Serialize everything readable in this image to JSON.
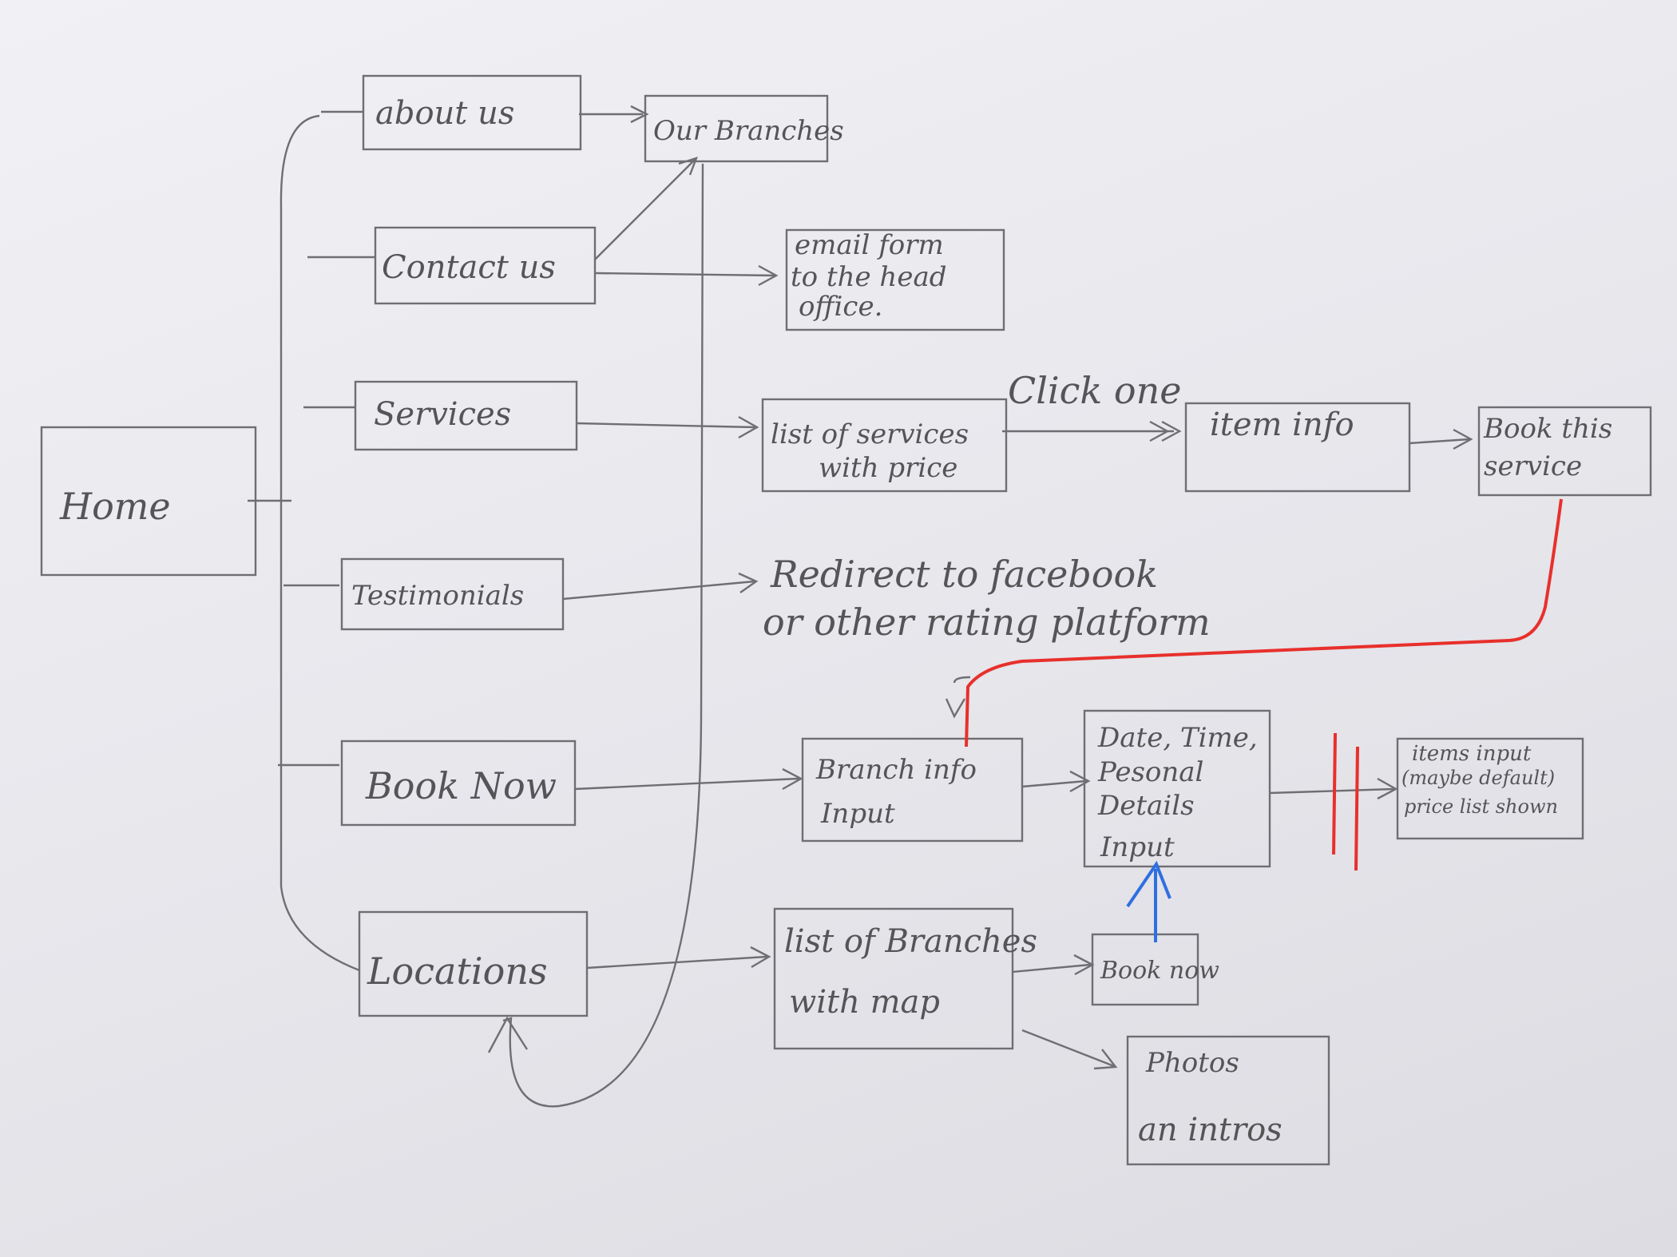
{
  "nodes": {
    "home": "Home",
    "about_us": "about us",
    "our_branches": "Our Branches",
    "contact_us": "Contact us",
    "email_form": [
      "email form",
      "to the head",
      "office."
    ],
    "services": "Services",
    "list_of_services": [
      "list of services",
      "with price"
    ],
    "item_info": "item info",
    "book_this_service": [
      "Book this",
      "service"
    ],
    "testimonials": "Testimonials",
    "redirect": [
      "Redirect to facebook",
      "or other rating platform"
    ],
    "book_now": "Book Now",
    "branch_info_input": [
      "Branch info",
      "Input"
    ],
    "date_time_details": [
      "Date, Time,",
      "Pesonal",
      "Details",
      "Input"
    ],
    "items_input": [
      "items input",
      "(maybe default)",
      "price list shown"
    ],
    "locations": "Locations",
    "list_of_branches": [
      "list of Branches",
      "with map"
    ],
    "book_now_small": "Book now",
    "photos_intros": [
      "Photos",
      "an intros"
    ]
  },
  "annotations": {
    "click_one": "Click one"
  },
  "colors": {
    "pencil": "#6f6f73",
    "red_pen": "#e8302c",
    "blue_pen": "#2f6fe0",
    "paper": "#ececf0"
  }
}
